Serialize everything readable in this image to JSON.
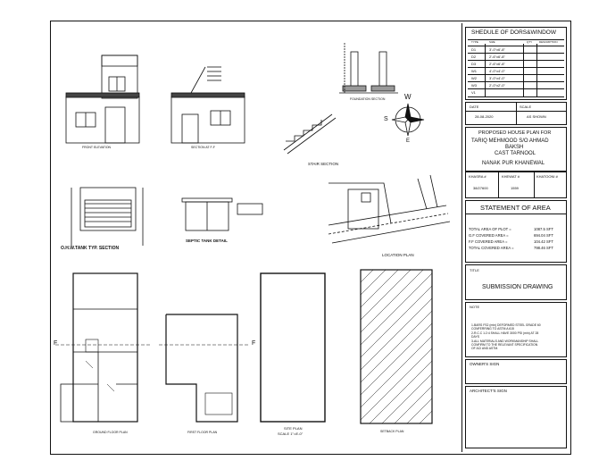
{
  "drawing_labels": {
    "front_elevation": "FRONT ELEVATION",
    "section": "SECTION AT F-F",
    "foundation_section": "FOUNDATION SECTION",
    "stair_section": "STAIR SECTION",
    "ohw_tank": "O.H.W.TANK TYP. SECTION",
    "septic_tank": "SEPTIC TANK DETAIL",
    "location_plan": "LOCATION PLAN",
    "ground_floor_plan": "GROUND FLOOR PLAN",
    "first_floor_plan": "FIRST FLOOR PLAN",
    "site_plan": "SITE PLAN",
    "site_plan_scale": "SCALE 1\"=8'-0\"",
    "setback_plan": "SETBACK PLAN",
    "section_marker": "F"
  },
  "compass": {
    "w": "W",
    "s": "S",
    "e": "E"
  },
  "title_block": {
    "schedule_title": "SHEDULE OF DORS&WINDOW",
    "schedule_headers": [
      "TYPE",
      "SIZE",
      "QTY",
      "DESCRIPTION"
    ],
    "schedule_rows": [
      [
        "D1",
        "3'-0\"x6'-8\"",
        "",
        ""
      ],
      [
        "D2",
        "2'-6\"x6'-8\"",
        "",
        ""
      ],
      [
        "D3",
        "2'-6\"x6'-8\"",
        "",
        ""
      ],
      [
        "W1",
        "4'-0\"x4'-0\"",
        "",
        ""
      ],
      [
        "W2",
        "3'-0\"x4'-0\"",
        "",
        ""
      ],
      [
        "W3",
        "2'-0\"x2'-0\"",
        "",
        ""
      ],
      [
        "V1",
        "",
        "",
        ""
      ]
    ],
    "date_label": "DATE",
    "scale_label": "SCALE",
    "date_value": "28-08-2020",
    "scale_value": "AS SHOWN",
    "project_title": "PROPOSED HOUSE PLAN FOR",
    "owner_line1": "TARIQ MEHMOOD S/O AHMAD",
    "owner_line2": "BAKSH",
    "owner_line3": "CAST TARNOOL",
    "owner_line4": "NANAK PUR KHANEWAL",
    "khasra_label": "KHASRA #",
    "khasra_value": "38/27600",
    "khewat_label": "KHEWAT #",
    "khewat_value": "1559",
    "khatoni_label": "KHATOONI #",
    "area_title": "STATEMENT OF AREA",
    "area_rows": [
      {
        "label": "TOTAL AREA OF PLOT =",
        "value": "1087.5 SFT"
      },
      {
        "label": "G.F COVERED AREA =",
        "value": "694.04 SFT"
      },
      {
        "label": "F.F COVERED AREA =",
        "value": "104.42 SFT"
      },
      {
        "label": "TOTAL COVERED AREA =",
        "value": "798.46 SFT"
      }
    ],
    "title_label": "TITLE",
    "title_value": "SUBMISSION DRAWING",
    "note_label": "NOTE",
    "notes": [
      "1-BARS FS2 (min) DEFORMED STEEL GRADE 60",
      "CONFERRING TO ASTM A 615",
      "2-R.C.C 1:2:4 SHALL HAVE 3000 PSI (min) AT 28",
      "DAYS",
      "3-ALL MATERIALS AND WORKMANSHIP SHALL",
      "CONFIRM TO THE RELEVANT SPECIFICATION",
      "OF ACI AND ASTM."
    ],
    "owner_sign": "OWNER'S SIGN",
    "architect_sign": "ARCHITECT'S SIGN"
  }
}
